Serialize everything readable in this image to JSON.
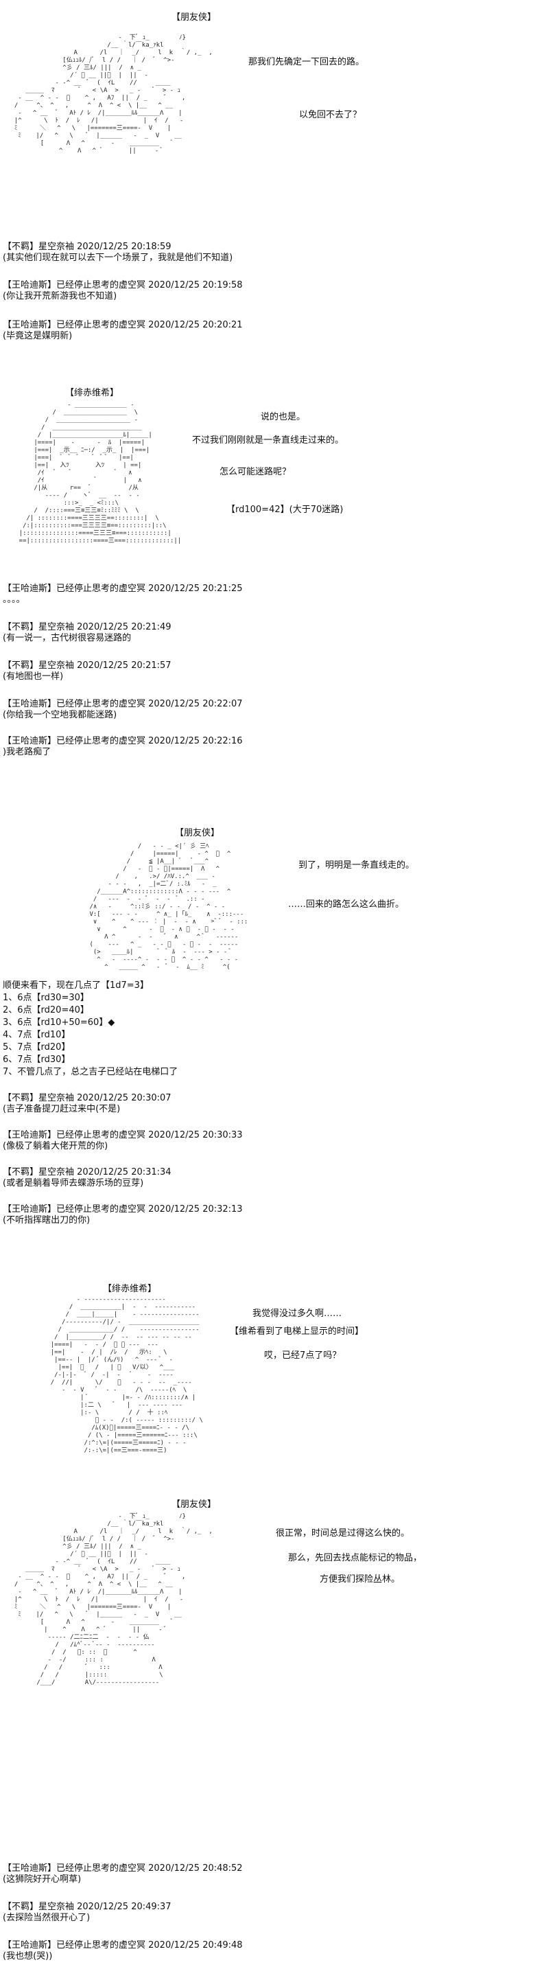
{
  "scene1": {
    "speaker": "【朋友侠】",
    "lines": [
      "那我们先确定一下回去的路。",
      "以免回不去了？"
    ]
  },
  "log1": [
    {
      "head": "【不羁】星空奈袖 2020/12/25 20:18:59",
      "body": "(其实他们现在就可以去下一个场景了，我就是他们不知道)"
    },
    {
      "head": "【王哈迪斯】已经停止思考的虚空冥 2020/12/25 20:19:58",
      "body": "(你让我开荒新游我也不知道)"
    },
    {
      "head": "【王哈迪斯】已经停止思考的虚空冥 2020/12/25 20:20:21",
      "body": "(毕竟这是媒明新)"
    }
  ],
  "scene2": {
    "speaker": "【绯赤维希】",
    "lines": [
      "说的也是。",
      "不过我们刚刚就是一条直线走过来的。",
      "怎么可能迷路呢？",
      "【rd100=42】(大于70迷路)"
    ]
  },
  "log2": [
    {
      "head": "【王哈迪斯】已经停止思考的虚空冥 2020/12/25 20:21:25",
      "body": "。。。。"
    },
    {
      "head": "【不羁】星空奈袖 2020/12/25 20:21:49",
      "body": "(有一说一，古代树很容易迷路的"
    },
    {
      "head": "【不羁】星空奈袖 2020/12/25 20:21:57",
      "body": "(有地图也一样)"
    },
    {
      "head": "【王哈迪斯】已经停止思考的虚空冥 2020/12/25 20:22:07",
      "body": "(你给我一个空地我都能迷路)"
    },
    {
      "head": "【王哈迪斯】已经停止思考的虚空冥 2020/12/25 20:22:16",
      "body": ")我老路痴了"
    }
  ],
  "scene3": {
    "speaker": "【朋友侠】",
    "lines": [
      "到了，明明是一条直线走的。",
      "……回来的路怎么这么曲折。"
    ]
  },
  "rolls": {
    "intro": "顺便来看下，现在几点了【1d7=3】",
    "items": [
      "1、6点【rd30=30】",
      "2、6点【rd20=40】",
      "3、6点【rd10+50=60】◆",
      "4、7点【rd10】",
      "5、7点【rd20】",
      "6、7点【rd30】",
      "7、不管几点了，总之吉子已经站在电梯口了"
    ]
  },
  "log3": [
    {
      "head": "【不羁】星空奈袖 2020/12/25 20:30:07",
      "body": "(吉子准备提刀赶过来中(不是)"
    },
    {
      "head": "【王哈迪斯】已经停止思考的虚空冥 2020/12/25 20:30:33",
      "body": "(像极了躺着大佬开荒的你)"
    },
    {
      "head": "【不羁】星空奈袖 2020/12/25 20:31:34",
      "body": "(或者是躺着导师去蝶游乐场的豆芽)"
    },
    {
      "head": "【王哈迪斯】已经停止思考的虚空冥 2020/12/25 20:32:13",
      "body": "(不听指挥瞎出刀的你)"
    }
  ],
  "scene4": {
    "speaker": "【绯赤维希】",
    "lines": [
      "我觉得没过多久啊……",
      "【维希看到了电梯上显示的时间】",
      "哎，已经7点了吗？"
    ]
  },
  "scene5": {
    "speaker": "【朋友侠】",
    "lines": [
      "很正常，时间总是过得这么快的。",
      "那么，先回去找点能标记的物品，",
      "方便我们探险丛林。"
    ]
  },
  "log4": [
    {
      "head": "【王哈迪斯】已经停止思考的虚空冥 2020/12/25 20:48:52",
      "body": "(这狮院好开心啊草)"
    },
    {
      "head": "【不羁】星空奈袖 2020/12/25 20:49:37",
      "body": "(去探险当然很开心了)"
    },
    {
      "head": "【王哈迪斯】已经停止思考的虚空冥 2020/12/25 20:49:48",
      "body": "(我也想(哭))"
    }
  ]
}
